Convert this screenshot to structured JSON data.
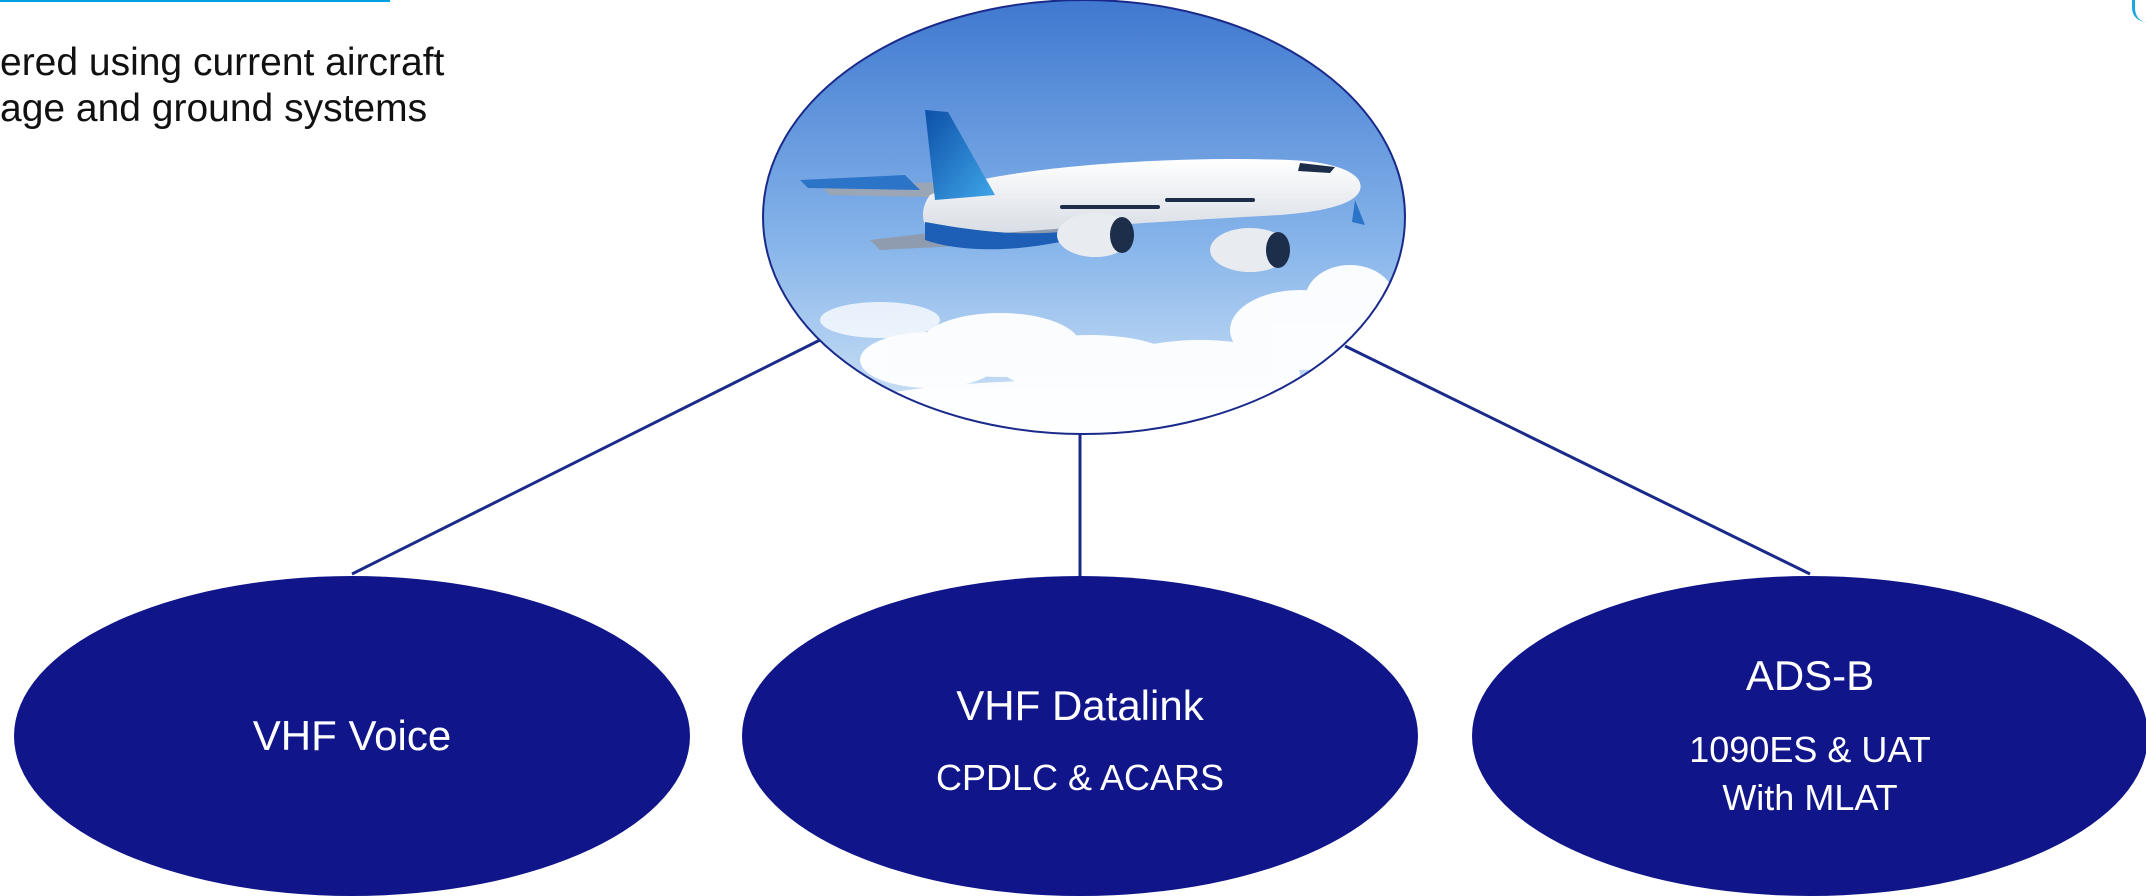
{
  "intro": {
    "line1": "ered using current aircraft",
    "line2": "age and ground systems"
  },
  "aircraft": {
    "icon": "airplane-in-clouds"
  },
  "nodes": [
    {
      "title": "VHF Voice",
      "subtitle": "",
      "detail": ""
    },
    {
      "title": "VHF Datalink",
      "subtitle": "CPDLC & ACARS",
      "detail": ""
    },
    {
      "title": "ADS-B",
      "subtitle": "1090ES & UAT",
      "detail": "With MLAT"
    }
  ],
  "colors": {
    "node_fill": "#10168a",
    "connector": "#1a2a8a",
    "accent": "#00a0e3",
    "sky_top": "#4f86d6",
    "sky_bottom": "#cfe3f6"
  }
}
